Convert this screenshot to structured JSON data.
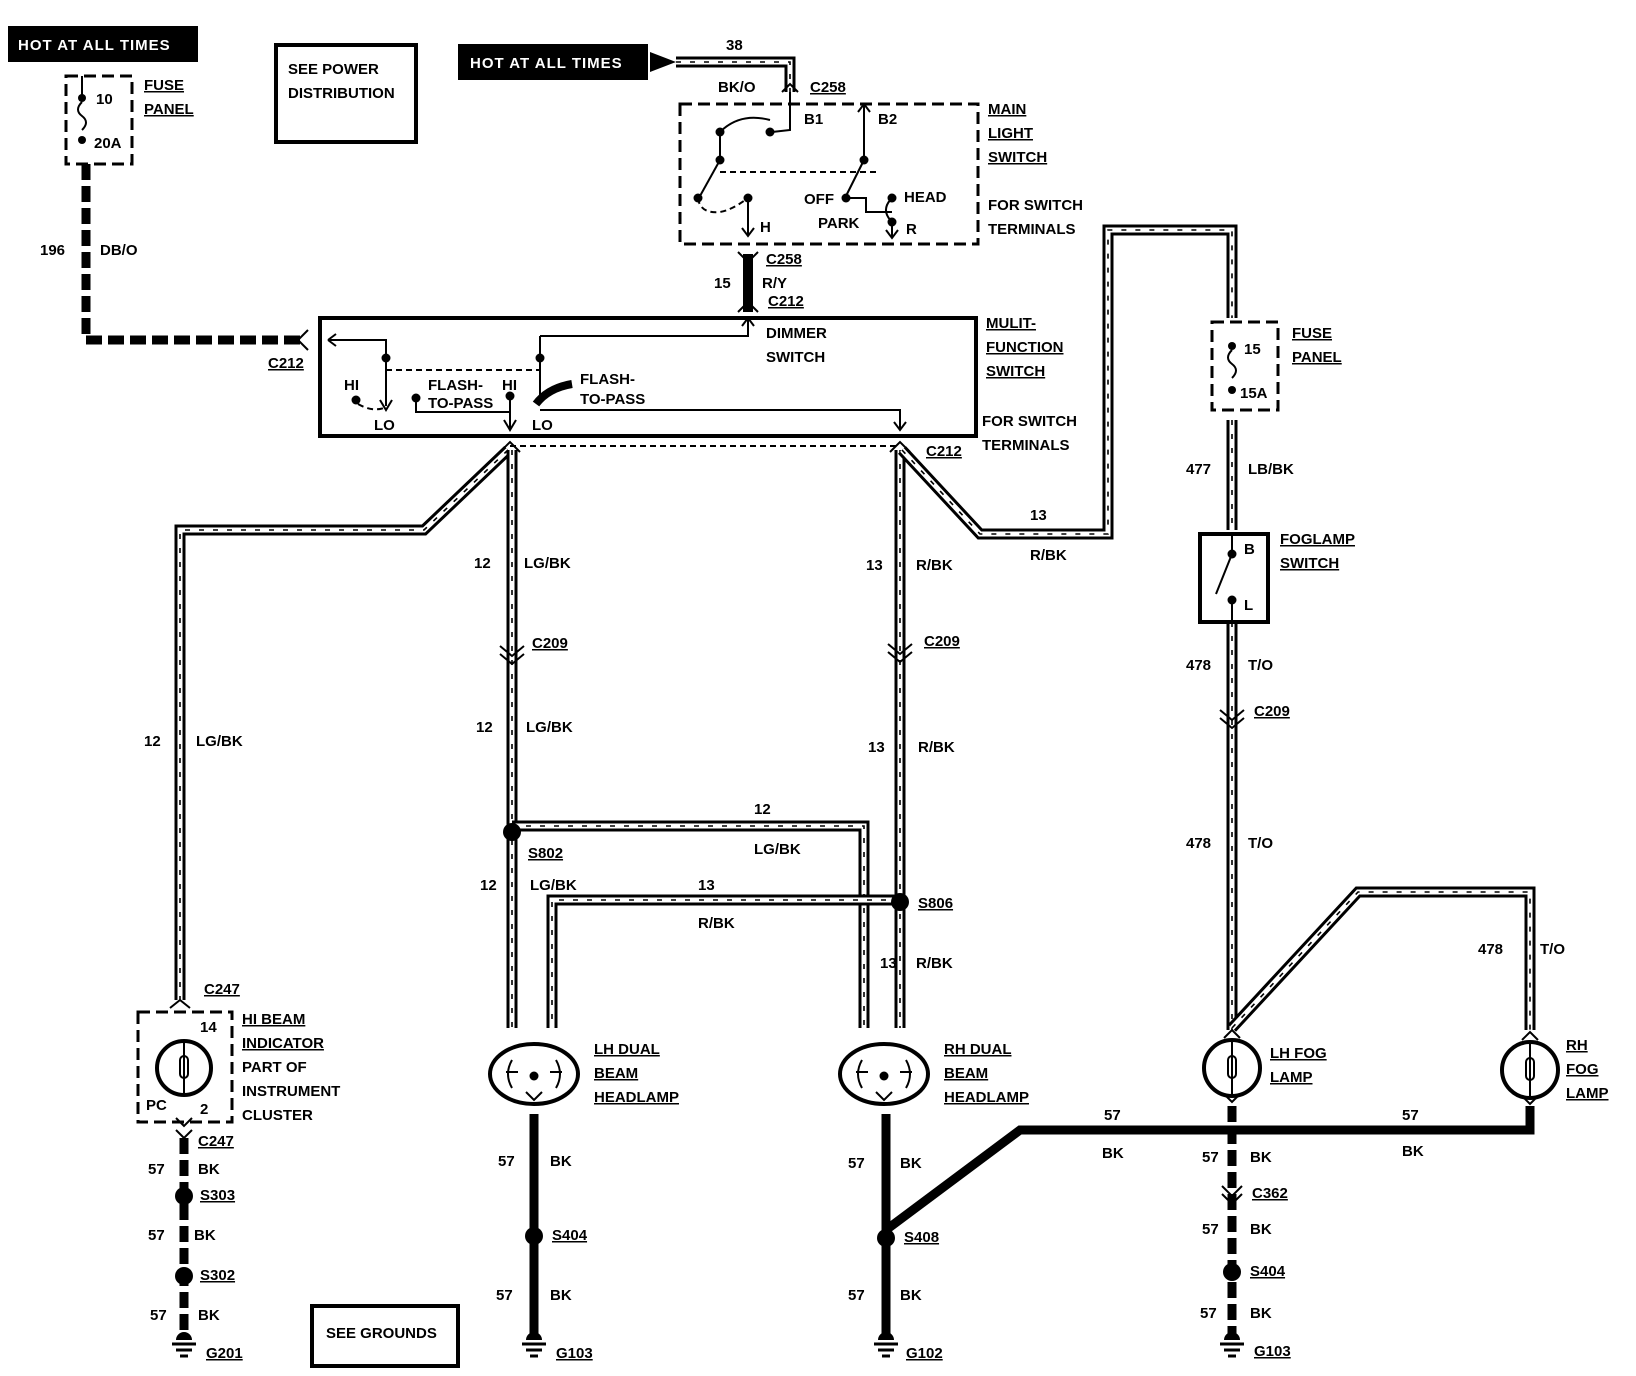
{
  "power": {
    "hot_left": "HOT AT ALL TIMES",
    "hot_top": "HOT AT ALL TIMES",
    "see_power_1": "SEE POWER",
    "see_power_2": "DISTRIBUTION",
    "see_grounds": "SEE GROUNDS"
  },
  "fuse_left": {
    "num": "10",
    "amp": "20A",
    "l1": "FUSE",
    "l2": "PANEL"
  },
  "fuse_right": {
    "num": "15",
    "amp": "15A",
    "l1": "FUSE",
    "l2": "PANEL"
  },
  "main_switch": {
    "l1": "MAIN",
    "l2": "LIGHT",
    "l3": "SWITCH",
    "l4": "FOR SWITCH",
    "l5": "TERMINALS",
    "b1": "B1",
    "b2": "B2",
    "h": "H",
    "r": "R",
    "off": "OFF",
    "park": "PARK",
    "head": "HEAD"
  },
  "mf_switch": {
    "l1": "MULIT-",
    "l2": "FUNCTION",
    "l3": "SWITCH",
    "l4": "FOR SWITCH",
    "l5": "TERMINALS",
    "dimmer1": "DIMMER",
    "dimmer2": "SWITCH",
    "hi": "HI",
    "lo": "LO",
    "ftp1": "FLASH-",
    "ftp2": "TO-PASS"
  },
  "foglamp_switch": {
    "l1": "FOGLAMP",
    "l2": "SWITCH",
    "b": "B",
    "l": "L"
  },
  "components": {
    "hi_beam": [
      "HI BEAM",
      "INDICATOR",
      "PART OF",
      "INSTRUMENT",
      "CLUSTER"
    ],
    "hi_beam_pins": {
      "p14": "14",
      "p2": "2",
      "pc": "PC"
    },
    "lh_head": [
      "LH DUAL",
      "BEAM",
      "HEADLAMP"
    ],
    "rh_head": [
      "RH DUAL",
      "BEAM",
      "HEADLAMP"
    ],
    "lh_fog": [
      "LH FOG",
      "LAMP"
    ],
    "rh_fog": [
      "RH",
      "FOG",
      "LAMP"
    ]
  },
  "connectors": {
    "c258": "C258",
    "c212": "C212",
    "c209": "C209",
    "c247": "C247",
    "c362": "C362",
    "s802": "S802",
    "s806": "S806",
    "s303": "S303",
    "s302": "S302",
    "s404": "S404",
    "s408": "S408",
    "g201": "G201",
    "g103": "G103",
    "g102": "G102"
  },
  "wires": {
    "w38": "38",
    "bko": "BK/O",
    "w196": "196",
    "dbo": "DB/O",
    "w15": "15",
    "ry": "R/Y",
    "w12": "12",
    "lgbk": "LG/BK",
    "w13": "13",
    "rbk": "R/BK",
    "w477": "477",
    "lbbk": "LB/BK",
    "w478": "478",
    "to": "T/O",
    "w57": "57",
    "bk": "BK"
  }
}
